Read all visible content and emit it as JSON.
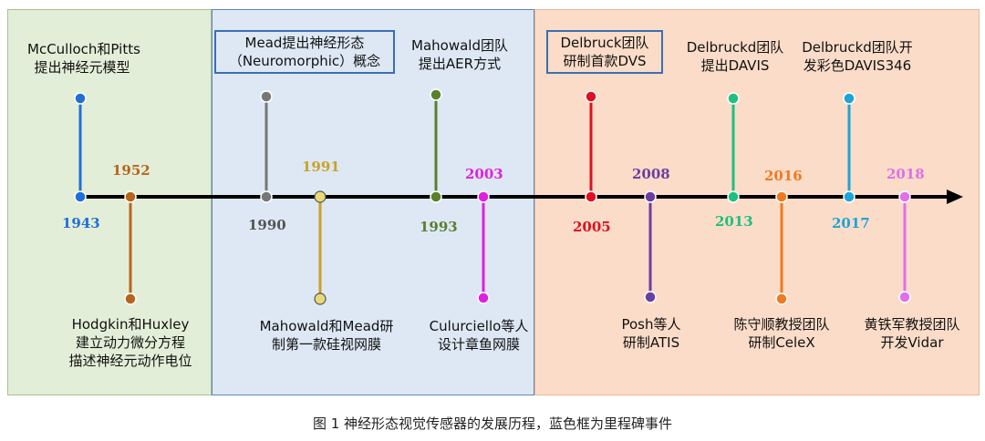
{
  "caption": "图 1  神经形态视觉传感器的发展历程，蓝色框为里程碑事件",
  "events": [
    {
      "year": "1943",
      "color": "#1f6fd8",
      "line1": "McCulloch和Pitts",
      "line2": "提出神经元模型"
    },
    {
      "year": "1952",
      "color": "#b5651d",
      "line1": "Hodgkin和Huxley",
      "line2": "建立动力微分方程",
      "line3": "描述神经元动作电位"
    },
    {
      "year": "1990",
      "color": "#777777",
      "line1": "Mead提出神经形态",
      "line2": "（Neuromorphic）概念"
    },
    {
      "year": "1991",
      "color": "#c9a227",
      "line1": "Mahowald和Mead研",
      "line2": "制第一款硅视网膜"
    },
    {
      "year": "1993",
      "color": "#5a7f2d",
      "line1": "Mahowald团队",
      "line2": "提出AER方式"
    },
    {
      "year": "2003",
      "color": "#e020e0",
      "line1": "Culurciello等人",
      "line2": "设计章鱼网膜"
    },
    {
      "year": "2005",
      "color": "#e01020",
      "line1": "Delbruck团队",
      "line2": "研制首款DVS"
    },
    {
      "year": "2008",
      "color": "#6a3fa0",
      "line1": "Posh等人",
      "line2": "研制ATIS"
    },
    {
      "year": "2013",
      "color": "#1fbf7f",
      "line1": "Delbruckd团队",
      "line2": "提出DAVIS"
    },
    {
      "year": "2016",
      "color": "#f07a20",
      "line1": "陈守顺教授团队",
      "line2": "研制CeleX"
    },
    {
      "year": "2017",
      "color": "#1fa3d6",
      "line1": "Delbruckd团队开",
      "line2": "发彩色DAVIS346"
    },
    {
      "year": "2018",
      "color": "#e070e8",
      "line1": "黄铁军教授团队",
      "line2": "开发Vidar"
    }
  ]
}
